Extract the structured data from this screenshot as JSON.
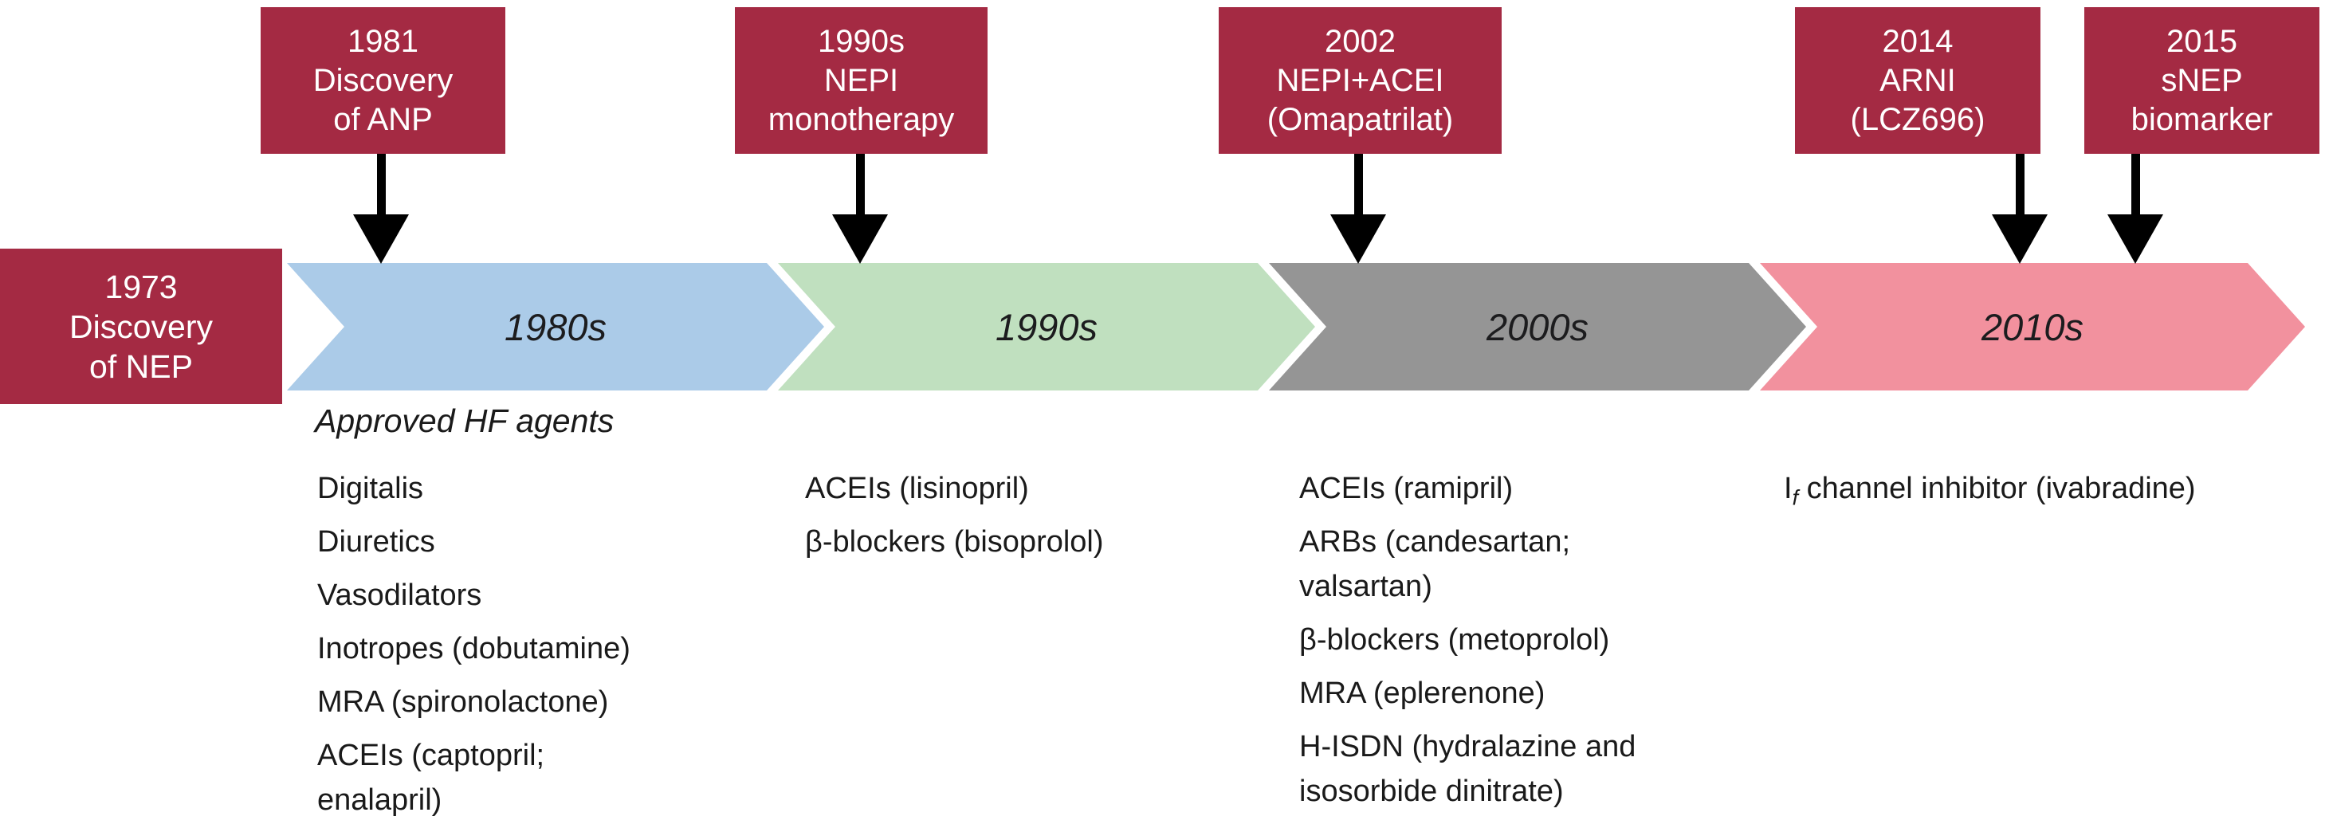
{
  "colors": {
    "milestone_box": "#a42a43",
    "decade_1980s": "#abcbe8",
    "decade_1990s": "#c0e0bf",
    "decade_2000s": "#959595",
    "decade_2010s": "#f2919e",
    "arrow": "#000000",
    "text": "#1a1a1a",
    "box_text": "#ffffff"
  },
  "icons": {
    "milestone_connector": "down-arrow-icon"
  },
  "origin": {
    "lines": [
      "1973",
      "Discovery",
      "of NEP"
    ]
  },
  "milestones": [
    {
      "lines": [
        "1981",
        "Discovery",
        "of ANP"
      ]
    },
    {
      "lines": [
        "1990s",
        "NEPI",
        "monotherapy"
      ]
    },
    {
      "lines": [
        "2002",
        "NEPI+ACEI",
        "(Omapatrilat)"
      ]
    },
    {
      "lines": [
        "2014",
        "ARNI",
        "(LCZ696)"
      ]
    },
    {
      "lines": [
        "2015",
        "sNEP",
        "biomarker"
      ]
    }
  ],
  "decades": [
    {
      "label": "1980s"
    },
    {
      "label": "1990s"
    },
    {
      "label": "2000s"
    },
    {
      "label": "2010s"
    }
  ],
  "agents_header": "Approved HF agents",
  "columns": [
    {
      "decade": "1980s",
      "items": [
        {
          "lines": [
            "Digitalis"
          ]
        },
        {
          "lines": [
            "Diuretics"
          ]
        },
        {
          "lines": [
            "Vasodilators"
          ]
        },
        {
          "lines": [
            "Inotropes (dobutamine)"
          ]
        },
        {
          "lines": [
            "MRA (spironolactone)"
          ]
        },
        {
          "lines": [
            "ACEIs (captopril;",
            "enalapril)"
          ]
        }
      ]
    },
    {
      "decade": "1990s",
      "items": [
        {
          "lines": [
            "ACEIs (lisinopril)"
          ]
        },
        {
          "lines": [
            "β-blockers (bisoprolol)"
          ]
        }
      ]
    },
    {
      "decade": "2000s",
      "items": [
        {
          "lines": [
            "ACEIs (ramipril)"
          ]
        },
        {
          "lines": [
            "ARBs (candesartan;",
            "valsartan)"
          ]
        },
        {
          "lines": [
            "β-blockers (metoprolol)"
          ]
        },
        {
          "lines": [
            "MRA (eplerenone)"
          ]
        },
        {
          "lines": [
            "H-ISDN (hydralazine and",
            "isosorbide dinitrate)"
          ]
        }
      ]
    },
    {
      "decade": "2010s",
      "items": [
        {
          "prefix": "I",
          "sub": "f",
          "rest": " channel inhibitor (ivabradine)"
        }
      ]
    }
  ]
}
